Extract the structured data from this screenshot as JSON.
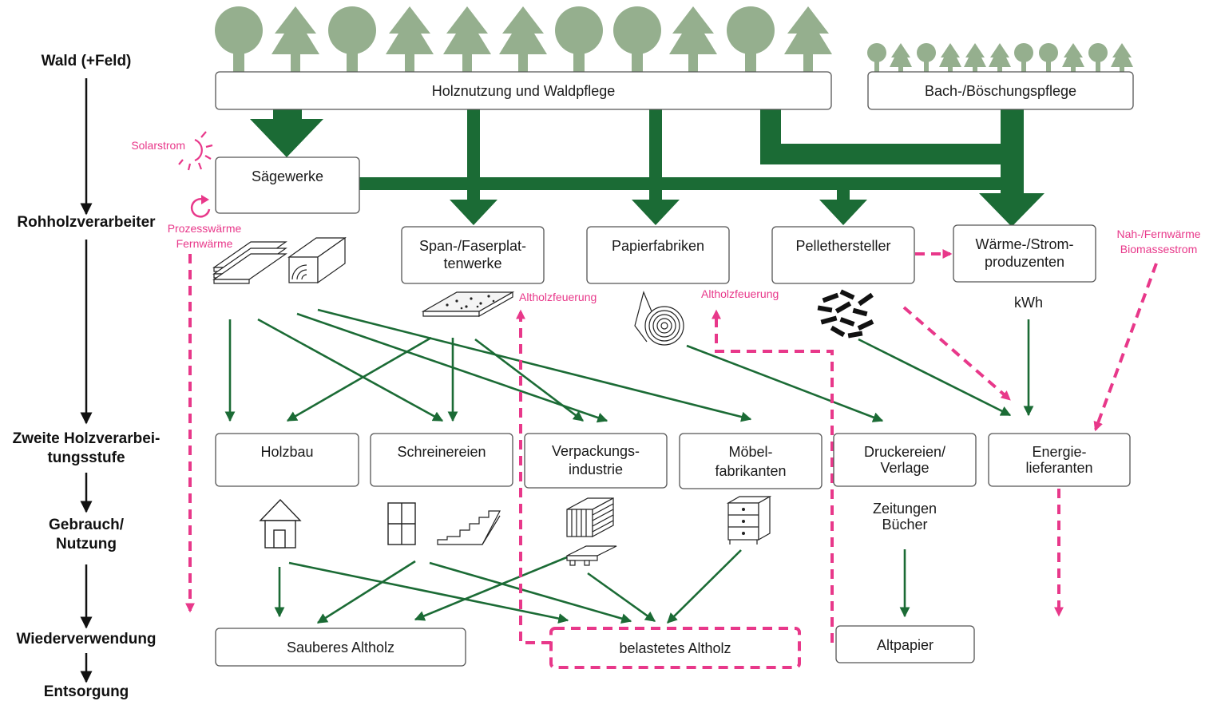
{
  "colors": {
    "flow_green": "#1b6b35",
    "tree_green": "#95af8e",
    "heat_pink": "#e8388a",
    "box_border": "#555555",
    "text": "#1a1a1a"
  },
  "stages": [
    {
      "lines": [
        "Wald (+Feld)"
      ]
    },
    {
      "lines": [
        "Rohholzverarbeiter"
      ]
    },
    {
      "lines": [
        "Zweite Holzverarbei-",
        "tungsstufe"
      ]
    },
    {
      "lines": [
        "Gebrauch/",
        "Nutzung"
      ]
    },
    {
      "lines": [
        "Wiederverwendung"
      ]
    },
    {
      "lines": [
        "Entsorgung"
      ]
    }
  ],
  "boxes": {
    "holznutzung": [
      "Holznutzung und Waldpflege"
    ],
    "bach": [
      "Bach-/Böschungspflege"
    ],
    "saegewerke": [
      "Sägewerke"
    ],
    "span": [
      "Span-/Faserplat-",
      "tenwerke"
    ],
    "papier": [
      "Papierfabriken"
    ],
    "pellet": [
      "Pellethersteller"
    ],
    "waerme": [
      "Wärme-/Strom-",
      "produzenten"
    ],
    "holzbau": [
      "Holzbau"
    ],
    "schreiner": [
      "Schreinereien"
    ],
    "verpackung": [
      "Verpackungs-",
      "industrie"
    ],
    "moebel": [
      "Möbel-",
      "fabrikanten"
    ],
    "druck": [
      "Druckereien/",
      "Verlage"
    ],
    "energie": [
      "Energie-",
      "lieferanten"
    ],
    "sauber": [
      "Sauberes Altholz"
    ],
    "belastet": [
      "belastetes Altholz"
    ],
    "altpapier": [
      "Altpapier"
    ]
  },
  "labels": {
    "solarstrom": "Solarstrom",
    "prozess1": "Prozesswärme",
    "prozess2": "Fernwärme",
    "altholz1": "Altholzfeuerung",
    "altholz2": "Altholzfeuerung",
    "nah1": "Nah-/Fernwärme",
    "nah2": "Biomassestrom",
    "kwh": "kWh",
    "zeitungen": "Zeitungen",
    "buecher": "Bücher"
  },
  "icons": [
    "deciduous-tree-icon",
    "conifer-tree-icon",
    "sun-icon",
    "refresh-arrow-icon",
    "boards-icon",
    "log-beam-icon",
    "particle-board-icon",
    "paper-roll-icon",
    "pellets-icon",
    "house-icon",
    "window-icon",
    "stairs-icon",
    "crate-icon",
    "pallet-icon",
    "dresser-icon"
  ]
}
